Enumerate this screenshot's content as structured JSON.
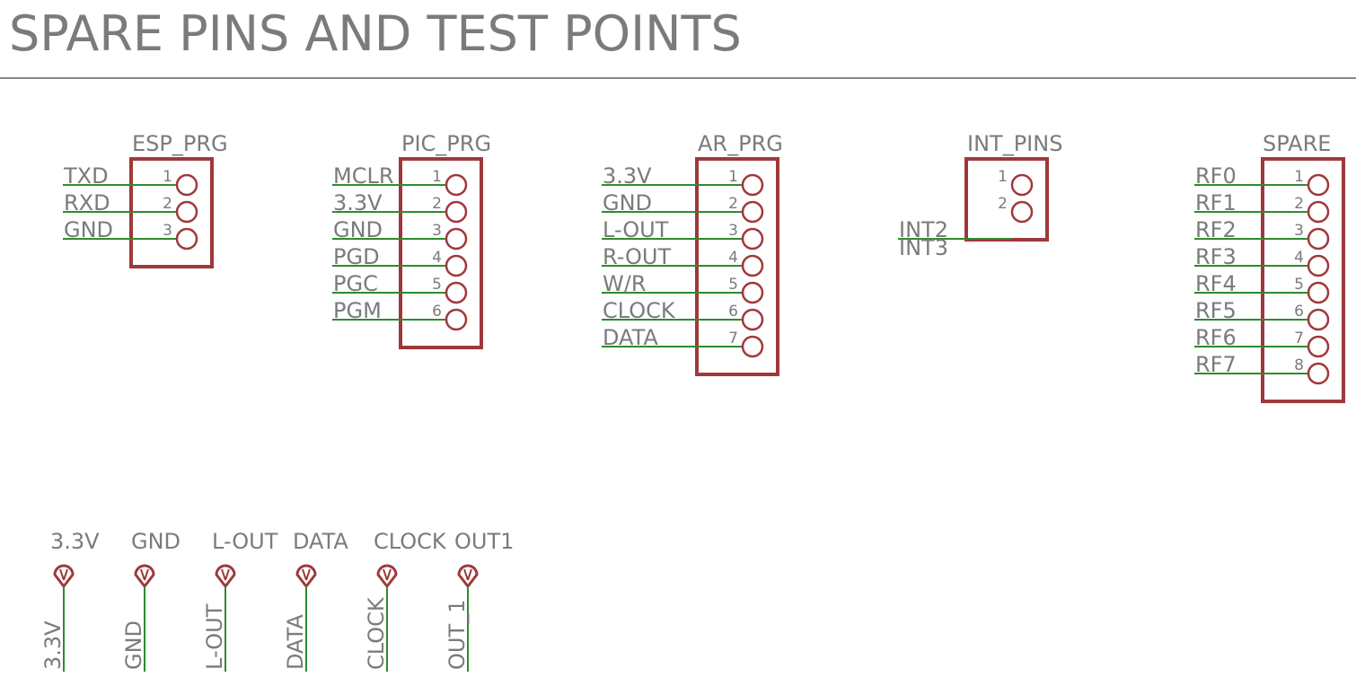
{
  "title": "SPARE PINS AND TEST POINTS",
  "colors": {
    "wire": "#2e8b2e",
    "part": "#a0383a",
    "text": "#7b7b7b",
    "rule": "#888888"
  },
  "connectors": [
    {
      "name": "ESP_PRG",
      "pins": [
        {
          "num": "1",
          "signal": "TXD"
        },
        {
          "num": "2",
          "signal": "RXD"
        },
        {
          "num": "3",
          "signal": "GND"
        }
      ]
    },
    {
      "name": "PIC_PRG",
      "pins": [
        {
          "num": "1",
          "signal": "MCLR"
        },
        {
          "num": "2",
          "signal": "3.3V"
        },
        {
          "num": "3",
          "signal": "GND"
        },
        {
          "num": "4",
          "signal": "PGD"
        },
        {
          "num": "5",
          "signal": "PGC"
        },
        {
          "num": "6",
          "signal": "PGM"
        }
      ]
    },
    {
      "name": "AR_PRG",
      "pins": [
        {
          "num": "1",
          "signal": "3.3V"
        },
        {
          "num": "2",
          "signal": "GND"
        },
        {
          "num": "3",
          "signal": "L-OUT"
        },
        {
          "num": "4",
          "signal": "R-OUT"
        },
        {
          "num": "5",
          "signal": "W/R"
        },
        {
          "num": "6",
          "signal": "CLOCK"
        },
        {
          "num": "7",
          "signal": "DATA"
        }
      ]
    },
    {
      "name": "INT_PINS",
      "pins": [
        {
          "num": "1",
          "signal": ""
        },
        {
          "num": "2",
          "signal": "INT2"
        }
      ],
      "extra_labels": [
        "INT3"
      ]
    },
    {
      "name": "SPARE",
      "pins": [
        {
          "num": "1",
          "signal": "RF0"
        },
        {
          "num": "2",
          "signal": "RF1"
        },
        {
          "num": "3",
          "signal": "RF2"
        },
        {
          "num": "4",
          "signal": "RF3"
        },
        {
          "num": "5",
          "signal": "RF4"
        },
        {
          "num": "6",
          "signal": "RF5"
        },
        {
          "num": "7",
          "signal": "RF6"
        },
        {
          "num": "8",
          "signal": "RF7"
        }
      ]
    }
  ],
  "test_points": [
    {
      "label": "3.3V",
      "net": "3.3V"
    },
    {
      "label": "GND",
      "net": "GND"
    },
    {
      "label": "L-OUT",
      "net": "L-OUT"
    },
    {
      "label": "DATA",
      "net": "DATA"
    },
    {
      "label": "CLOCK",
      "net": "CLOCK"
    },
    {
      "label": "OUT1",
      "net": "OUT_1"
    }
  ]
}
